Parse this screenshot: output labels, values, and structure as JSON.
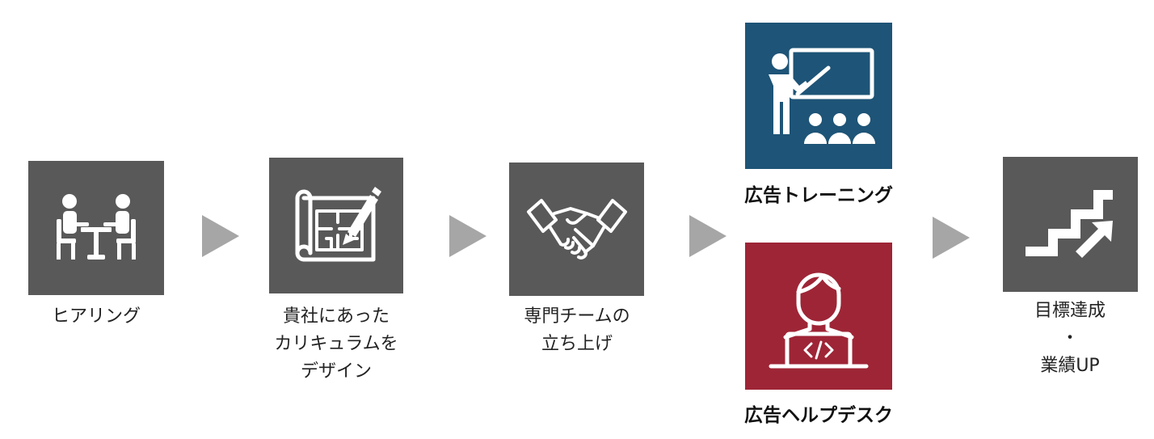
{
  "steps": [
    {
      "id": "hearing",
      "label_lines": [
        "ヒアリング"
      ],
      "icon": "meeting-icon"
    },
    {
      "id": "curriculum",
      "label_lines": [
        "貴社にあった",
        "カリキュラムを",
        "デザイン"
      ],
      "icon": "blueprint-icon"
    },
    {
      "id": "team",
      "label_lines": [
        "専門チームの",
        "立ち上げ"
      ],
      "icon": "handshake-icon"
    },
    {
      "id": "training",
      "label": "広告トレーニング",
      "icon": "presentation-icon"
    },
    {
      "id": "helpdesk",
      "label": "広告ヘルプデスク",
      "icon": "developer-icon"
    },
    {
      "id": "goal",
      "label_lines": [
        "目標達成",
        "・",
        "業績UP"
      ],
      "icon": "stairs-up-icon"
    }
  ],
  "colors": {
    "step_box": "#595959",
    "training_box": "#1e5477",
    "helpdesk_box": "#9e2536",
    "arrow": "#a6a6a6",
    "icon": "#ffffff"
  }
}
